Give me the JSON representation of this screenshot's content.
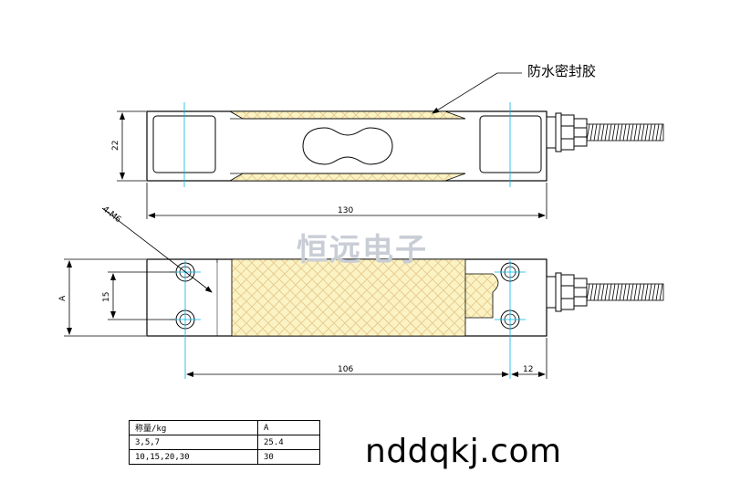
{
  "callout": {
    "text": "防水密封胶"
  },
  "watermark": {
    "text": "恒远电子"
  },
  "website": {
    "text": "nddqkj.com"
  },
  "top_view": {
    "height_dim": "22",
    "length_dim": "130"
  },
  "bottom_view": {
    "hole_dim": "4-M6",
    "a_dim": "A",
    "spacing_dim": "15",
    "hole_span_dim": "106",
    "end_offset_dim": "12"
  },
  "spec_table": {
    "header": [
      "称量/kg",
      "A"
    ],
    "rows": [
      [
        "3,5,7",
        "25.4"
      ],
      [
        "10,15,20,30",
        "30"
      ]
    ]
  },
  "colors": {
    "line": "#000000",
    "center_line": "#00b4e6",
    "sealant_fill": "#fbf3c4",
    "sealant_hatch": "#e6c88a",
    "watermark": "#c9ced6"
  },
  "icons": {
    "cable_gland": "cable-gland-icon",
    "cable": "cable-icon"
  }
}
